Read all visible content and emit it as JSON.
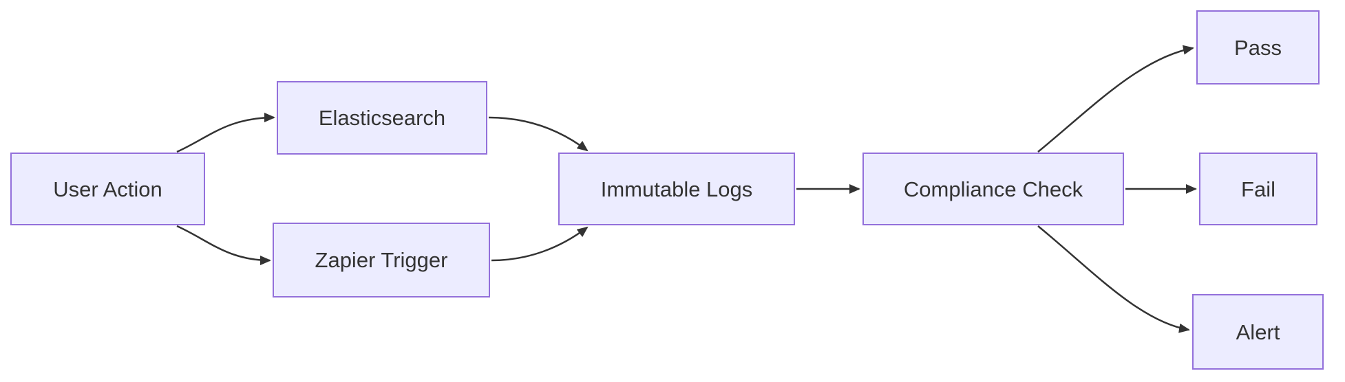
{
  "diagram": {
    "type": "flowchart",
    "direction": "LR",
    "nodes": [
      {
        "id": "user_action",
        "label": "User Action"
      },
      {
        "id": "elasticsearch",
        "label": "Elasticsearch"
      },
      {
        "id": "zapier_trigger",
        "label": "Zapier Trigger"
      },
      {
        "id": "immutable_logs",
        "label": "Immutable Logs"
      },
      {
        "id": "compliance_check",
        "label": "Compliance Check"
      },
      {
        "id": "pass",
        "label": "Pass"
      },
      {
        "id": "fail",
        "label": "Fail"
      },
      {
        "id": "alert",
        "label": "Alert"
      }
    ],
    "edges": [
      {
        "from": "User Action",
        "to": "Elasticsearch"
      },
      {
        "from": "User Action",
        "to": "Zapier Trigger"
      },
      {
        "from": "Elasticsearch",
        "to": "Immutable Logs"
      },
      {
        "from": "Zapier Trigger",
        "to": "Immutable Logs"
      },
      {
        "from": "Immutable Logs",
        "to": "Compliance Check"
      },
      {
        "from": "Compliance Check",
        "to": "Pass"
      },
      {
        "from": "Compliance Check",
        "to": "Fail"
      },
      {
        "from": "Compliance Check",
        "to": "Alert"
      }
    ],
    "colors": {
      "node_fill": "#ECECFF",
      "node_border": "#9370DB",
      "edge_stroke": "#333333",
      "text": "#333333",
      "background": "#FFFFFF"
    }
  }
}
